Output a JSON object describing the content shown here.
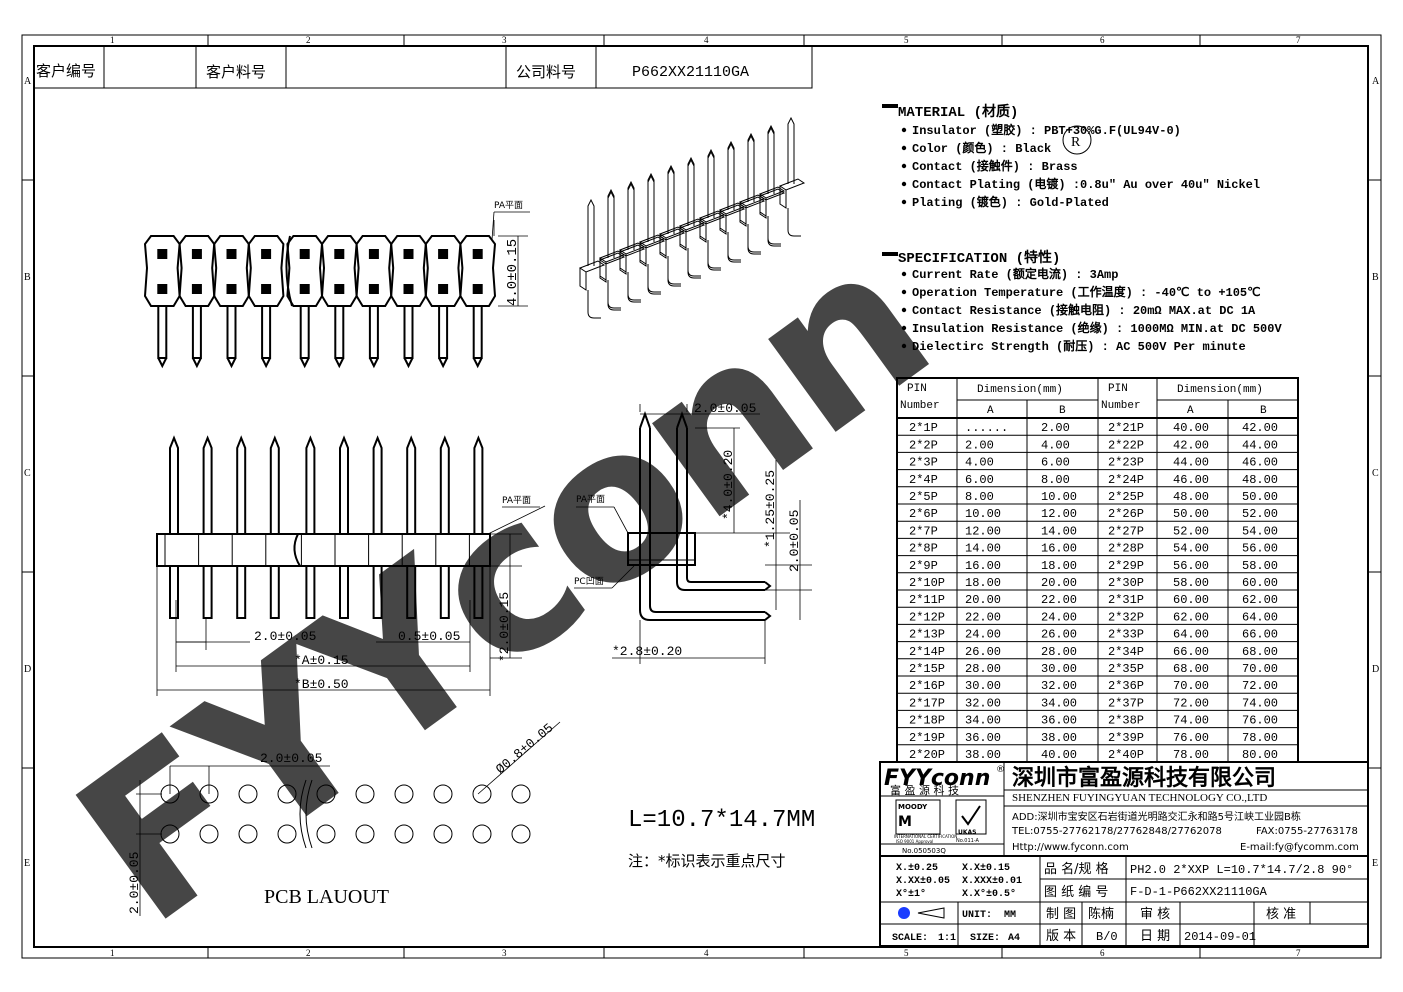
{
  "header": {
    "customer_no_label": "客户编号",
    "customer_part_label": "客户料号",
    "company_part_label": "公司料号",
    "company_part_value": "P662XX21110GA"
  },
  "frame": {
    "col_labels": [
      "1",
      "2",
      "3",
      "4",
      "5",
      "6",
      "7"
    ],
    "row_labels": [
      "A",
      "B",
      "C",
      "D",
      "E"
    ]
  },
  "material": {
    "title": "MATERIAL (材质)",
    "items": [
      "Insulator (塑胶) : PBT+30%G.F(UL94V-0)",
      "Color (颜色) : Black",
      "Contact (接触件) : Brass",
      "Contact Plating (电镀) :0.8u\" Au  over 40u\" Nickel",
      "Plating (镀色) : Gold-Plated"
    ],
    "reg_mark": "R"
  },
  "specification": {
    "title": "SPECIFICATION (特性)",
    "items": [
      "Current Rate (额定电流) :  3Amp",
      "Operation Temperature (工作温度) : -40℃ to +105℃",
      "Contact Resistance (接触电阻) : 20mΩ MAX.at DC 1A",
      "Insulation Resistance (绝缘) : 1000MΩ MIN.at DC 500V",
      "Dielectirc Strength (耐压) : AC 500V Per minute"
    ]
  },
  "dim_table": {
    "h_pin": "PIN",
    "h_number": "Number",
    "h_dimension": "Dimension(mm)",
    "h_a": "A",
    "h_b": "B",
    "rows": [
      {
        "p1": "2*1P",
        "a1": "......",
        "b1": "2.00",
        "p2": "2*21P",
        "a2": "40.00",
        "b2": "42.00"
      },
      {
        "p1": "2*2P",
        "a1": "2.00",
        "b1": "4.00",
        "p2": "2*22P",
        "a2": "42.00",
        "b2": "44.00"
      },
      {
        "p1": "2*3P",
        "a1": "4.00",
        "b1": "6.00",
        "p2": "2*23P",
        "a2": "44.00",
        "b2": "46.00"
      },
      {
        "p1": "2*4P",
        "a1": "6.00",
        "b1": "8.00",
        "p2": "2*24P",
        "a2": "46.00",
        "b2": "48.00"
      },
      {
        "p1": "2*5P",
        "a1": "8.00",
        "b1": "10.00",
        "p2": "2*25P",
        "a2": "48.00",
        "b2": "50.00"
      },
      {
        "p1": "2*6P",
        "a1": "10.00",
        "b1": "12.00",
        "p2": "2*26P",
        "a2": "50.00",
        "b2": "52.00"
      },
      {
        "p1": "2*7P",
        "a1": "12.00",
        "b1": "14.00",
        "p2": "2*27P",
        "a2": "52.00",
        "b2": "54.00"
      },
      {
        "p1": "2*8P",
        "a1": "14.00",
        "b1": "16.00",
        "p2": "2*28P",
        "a2": "54.00",
        "b2": "56.00"
      },
      {
        "p1": "2*9P",
        "a1": "16.00",
        "b1": "18.00",
        "p2": "2*29P",
        "a2": "56.00",
        "b2": "58.00"
      },
      {
        "p1": "2*10P",
        "a1": "18.00",
        "b1": "20.00",
        "p2": "2*30P",
        "a2": "58.00",
        "b2": "60.00"
      },
      {
        "p1": "2*11P",
        "a1": "20.00",
        "b1": "22.00",
        "p2": "2*31P",
        "a2": "60.00",
        "b2": "62.00"
      },
      {
        "p1": "2*12P",
        "a1": "22.00",
        "b1": "24.00",
        "p2": "2*32P",
        "a2": "62.00",
        "b2": "64.00"
      },
      {
        "p1": "2*13P",
        "a1": "24.00",
        "b1": "26.00",
        "p2": "2*33P",
        "a2": "64.00",
        "b2": "66.00"
      },
      {
        "p1": "2*14P",
        "a1": "26.00",
        "b1": "28.00",
        "p2": "2*34P",
        "a2": "66.00",
        "b2": "68.00"
      },
      {
        "p1": "2*15P",
        "a1": "28.00",
        "b1": "30.00",
        "p2": "2*35P",
        "a2": "68.00",
        "b2": "70.00"
      },
      {
        "p1": "2*16P",
        "a1": "30.00",
        "b1": "32.00",
        "p2": "2*36P",
        "a2": "70.00",
        "b2": "72.00"
      },
      {
        "p1": "2*17P",
        "a1": "32.00",
        "b1": "34.00",
        "p2": "2*37P",
        "a2": "72.00",
        "b2": "74.00"
      },
      {
        "p1": "2*18P",
        "a1": "34.00",
        "b1": "36.00",
        "p2": "2*38P",
        "a2": "74.00",
        "b2": "76.00"
      },
      {
        "p1": "2*19P",
        "a1": "36.00",
        "b1": "38.00",
        "p2": "2*39P",
        "a2": "76.00",
        "b2": "78.00"
      },
      {
        "p1": "2*20P",
        "a1": "38.00",
        "b1": "40.00",
        "p2": "2*40P",
        "a2": "78.00",
        "b2": "80.00"
      }
    ]
  },
  "drawing": {
    "pa_plane": "PA平面",
    "pc_recess": "PC凹面",
    "dim_4_0": "4.0±0.15",
    "dim_2_0_top": "2.0±0.05",
    "dim_4_0_side": "*4.0±0.20",
    "dim_1_25": "*1.25±0.25",
    "dim_2_0_side": "2.0±0.05",
    "dim_2_0_front": "2.0±0.05",
    "dim_0_5": "0.5±0.05",
    "dim_a": "*A±0.15",
    "dim_b": "*B±0.50",
    "dim_2_0_height": "*2.0±0.15",
    "dim_2_8": "*2.8±0.20",
    "pcb_pitch": "2.0±0.05",
    "pcb_hole": "Ø0.8±0.05",
    "pcb_row_pitch": "2.0±0.05",
    "pcb_title": "PCB LAUOUT",
    "length_note": "L=10.7*14.7MM",
    "note": "注：*标识表示重点尺寸"
  },
  "company": {
    "logo": "FYYconn",
    "logo_reg": "®",
    "logo_cn": "富 盈 源 科 技",
    "name_cn": "深圳市富盈源科技有限公司",
    "name_en": "SHENZHEN FUYINGYUAN TECHNOLOGY CO.,LTD",
    "address": "ADD:深圳市宝安区石岩街道光明路交汇永和路5号江峡工业园B栋",
    "tel": "TEL:0755-27762178/27762848/27762078",
    "fax": "FAX:0755-27763178",
    "web": "Http://www.fyconn.com",
    "email": "E-mail:fy@fycomm.com",
    "cert1": "MOODY",
    "cert1_sub": "INTERNATIONAL CERTIFICATION",
    "cert1_iso": "ISO 9001 Approval",
    "cert2": "UKAS",
    "cert2_sub": "No.011-A",
    "cert_no": "No.050503Q"
  },
  "title_block": {
    "tol1": "X.±0.25",
    "tol2": "X.X±0.15",
    "tol3": "X.XX±0.05",
    "tol4": "X.XXX±0.01",
    "tol5": "X°±1°",
    "tol6": "X.X°±0.5°",
    "unit_label": "UNIT:",
    "unit_value": "MM",
    "scale_label": "SCALE:",
    "scale_value": "1:1",
    "size_label": "SIZE:",
    "size_value": "A4",
    "name_spec_label": "品 名/规 格",
    "name_spec_value": "PH2.0 2*XXP L=10.7*14.7/2.8 90°",
    "drawing_no_label": "图 纸 编 号",
    "drawing_no_value": "F-D-1-P662XX21110GA",
    "drawn_label": "制 图",
    "drawn_value": "陈楠",
    "check_label": "审 核",
    "approve_label": "核 准",
    "version_label": "版 本",
    "version_value": "B/0",
    "date_label": "日 期",
    "date_value": "2014-09-01"
  },
  "watermark": {
    "text": "FYYconn",
    "color": "#8a8a8a"
  }
}
